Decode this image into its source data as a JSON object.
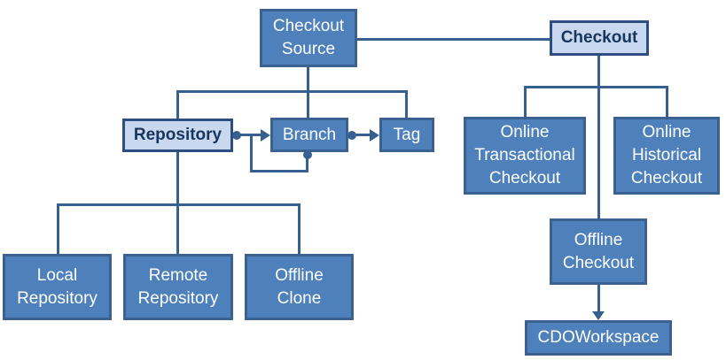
{
  "diagram": {
    "type": "hierarchy-diagram",
    "colors": {
      "background": "#ffffff",
      "node_fill": "#4e80bc",
      "node_border": "#3a618f",
      "node_text": "#ffffff",
      "highlight_fill": "#c9d8ee",
      "highlight_border": "#2c4e80",
      "highlight_text": "#17365d",
      "connector": "#35608f"
    },
    "nodes": [
      {
        "id": "checkout-source",
        "label": "Checkout\nSource",
        "style": "primary"
      },
      {
        "id": "checkout",
        "label": "Checkout",
        "style": "highlight"
      },
      {
        "id": "repository",
        "label": "Repository",
        "style": "highlight"
      },
      {
        "id": "branch",
        "label": "Branch",
        "style": "primary"
      },
      {
        "id": "tag",
        "label": "Tag",
        "style": "primary"
      },
      {
        "id": "online-transactional-checkout",
        "label": "Online\nTransactional\nCheckout",
        "style": "primary"
      },
      {
        "id": "online-historical-checkout",
        "label": "Online\nHistorical\nCheckout",
        "style": "primary"
      },
      {
        "id": "offline-checkout",
        "label": "Offline\nCheckout",
        "style": "primary"
      },
      {
        "id": "cdo-workspace",
        "label": "CDOWorkspace",
        "style": "primary"
      },
      {
        "id": "local-repository",
        "label": "Local\nRepository",
        "style": "primary"
      },
      {
        "id": "remote-repository",
        "label": "Remote\nRepository",
        "style": "primary"
      },
      {
        "id": "offline-clone",
        "label": "Offline\nClone",
        "style": "primary"
      }
    ],
    "edges": [
      {
        "from": "checkout-source",
        "to": "checkout",
        "type": "line"
      },
      {
        "from": "checkout-source",
        "to": "repository",
        "type": "tree"
      },
      {
        "from": "checkout-source",
        "to": "branch",
        "type": "tree"
      },
      {
        "from": "checkout-source",
        "to": "tag",
        "type": "tree"
      },
      {
        "from": "repository",
        "to": "branch",
        "type": "dot-arrow"
      },
      {
        "from": "branch",
        "to": "branch",
        "type": "dot-arrow-self-loop"
      },
      {
        "from": "branch",
        "to": "tag",
        "type": "dot-arrow"
      },
      {
        "from": "repository",
        "to": "local-repository",
        "type": "tree"
      },
      {
        "from": "repository",
        "to": "remote-repository",
        "type": "tree"
      },
      {
        "from": "repository",
        "to": "offline-clone",
        "type": "tree"
      },
      {
        "from": "checkout",
        "to": "online-transactional-checkout",
        "type": "tree"
      },
      {
        "from": "checkout",
        "to": "online-historical-checkout",
        "type": "tree"
      },
      {
        "from": "checkout",
        "to": "offline-checkout",
        "type": "tree"
      },
      {
        "from": "offline-checkout",
        "to": "cdo-workspace",
        "type": "arrow"
      }
    ]
  }
}
